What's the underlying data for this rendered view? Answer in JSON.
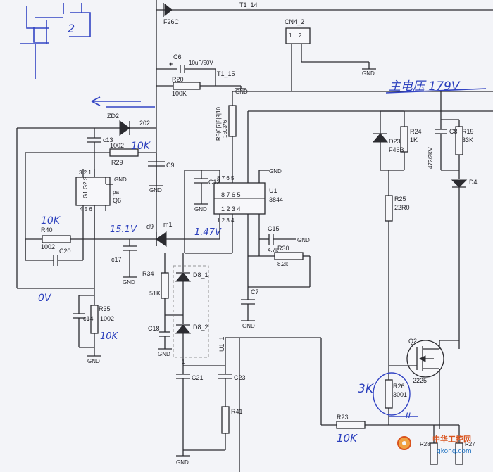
{
  "components": {
    "F26C": "F26C",
    "T1_14": "T1_14",
    "T1_15": "T1_15",
    "CN4_2": "CN4_2",
    "CN4_pin1": "1",
    "CN4_pin2": "2",
    "C6": "C6",
    "C6_val": "10uF/50V",
    "R20": "R20",
    "R20_val": "100K",
    "R5": "R5(6|7|8|9|10",
    "R5_val": "1503*6",
    "ZD2": "ZD2",
    "net202": "202",
    "C13": "c13",
    "R29_val": "1002",
    "R29": "R29",
    "C9": "C9",
    "Q6_pins": "3 2 1",
    "Q6_pins_b": "4 5 6",
    "Q6_inner": "G1 G2 S",
    "Q6_pa": "pa",
    "Q6": "Q6",
    "R40": "R40",
    "R40_val": "1002",
    "C20": "C20",
    "C17": "c17",
    "d9": "d9",
    "m1": "m1",
    "C12": "C12",
    "U1_top_pins": "8 7 6 5",
    "U1_inner_top": "8 7 6 5",
    "U1_inner_bot": "1 2 3 4",
    "U1_bot_pins": "1 2 3 4",
    "U1": "U1",
    "U1_part": "3844",
    "C15": "C15",
    "R30_val": "4.7k",
    "R30": "R30",
    "R30b": "8.2k",
    "R34": "R34",
    "R34_val": "51K",
    "D8_1": "D8_1",
    "D8_2": "D8_2",
    "C18": "C18",
    "C7": "C7",
    "R35": "R35",
    "R35_val": "1002",
    "C14": "c14",
    "U1_1": "U1_1",
    "net1": "1",
    "C21": "C21",
    "C23": "C23",
    "R41": "R41",
    "D23": "D23",
    "D23_part": "F46B",
    "R24": "R24",
    "R24_val": "1K",
    "C8": "C8",
    "C8_val": "472/2KV",
    "R19": "R19",
    "R19_val": "33K",
    "D4": "D4",
    "R25": "R25",
    "R25_val": "22R0",
    "Q2": "Q2",
    "Q2_part": "2225",
    "R26": "R26",
    "R26_val": "3001",
    "R23": "R23",
    "R28": "R28",
    "R27": "R27",
    "GND": "GND"
  },
  "annotations": {
    "hv_label": "主电压 179V",
    "r29_note": "10K",
    "r40_note": "10K",
    "v151_note": "15.1V",
    "v147_note": "1.47V",
    "ov_note": "0V",
    "r35_note": "10K",
    "r26_note": "3K",
    "r23_note": "10K",
    "ticks_note": "ıı"
  },
  "watermark": {
    "brand": "中华工控网",
    "url": "gkong.com"
  },
  "colors": {
    "ink": "#2b2b30",
    "handwriting": "#2b3fbd",
    "watermark_blue": "#1a6fc0",
    "watermark_orange": "#d9531e"
  }
}
